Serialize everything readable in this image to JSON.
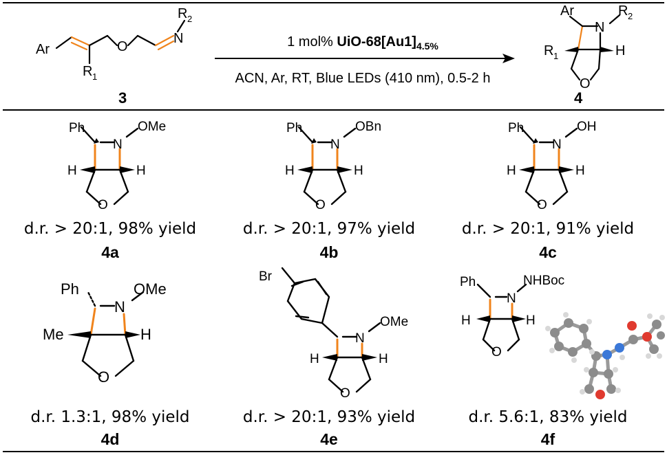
{
  "scheme": {
    "reactant_id": "3",
    "product_id": "4",
    "condition_line1_prefix": "1 mol% ",
    "catalyst": "UiO-68[Au1]",
    "catalyst_sub": "4.5%",
    "condition_line2": "ACN, Ar, RT, Blue LEDs (410 nm), 0.5-2 h",
    "labels": {
      "ar": "Ar",
      "r1": "R",
      "r1_sub": "1",
      "r2": "R",
      "r2_sub": "2",
      "o": "O",
      "n": "N",
      "h": "H"
    }
  },
  "entries": [
    {
      "id": "4a",
      "caption": "d.r. > 20:1, 98% yield",
      "substituent": "OMe"
    },
    {
      "id": "4b",
      "caption": "d.r. > 20:1, 97% yield",
      "substituent": "OBn"
    },
    {
      "id": "4c",
      "caption": "d.r. > 20:1, 91% yield",
      "substituent": "OH"
    },
    {
      "id": "4d",
      "caption": "d.r. 1.3:1, 98% yield",
      "substituent": "OMe"
    },
    {
      "id": "4e",
      "caption": "d.r. > 20:1, 93% yield",
      "substituent": "OMe"
    },
    {
      "id": "4f",
      "caption": "d.r. 5.6:1, 83% yield",
      "substituent": "NHBoc"
    }
  ],
  "atom_labels": {
    "ph": "Ph",
    "me": "Me",
    "br": "Br",
    "n": "N",
    "h": "H",
    "o": "O"
  },
  "colors": {
    "bond": "#000000",
    "highlight": "#f0841c",
    "carbon": "#8c8c8c",
    "nitrogen": "#3b78d8",
    "oxygen": "#e03a2f"
  }
}
